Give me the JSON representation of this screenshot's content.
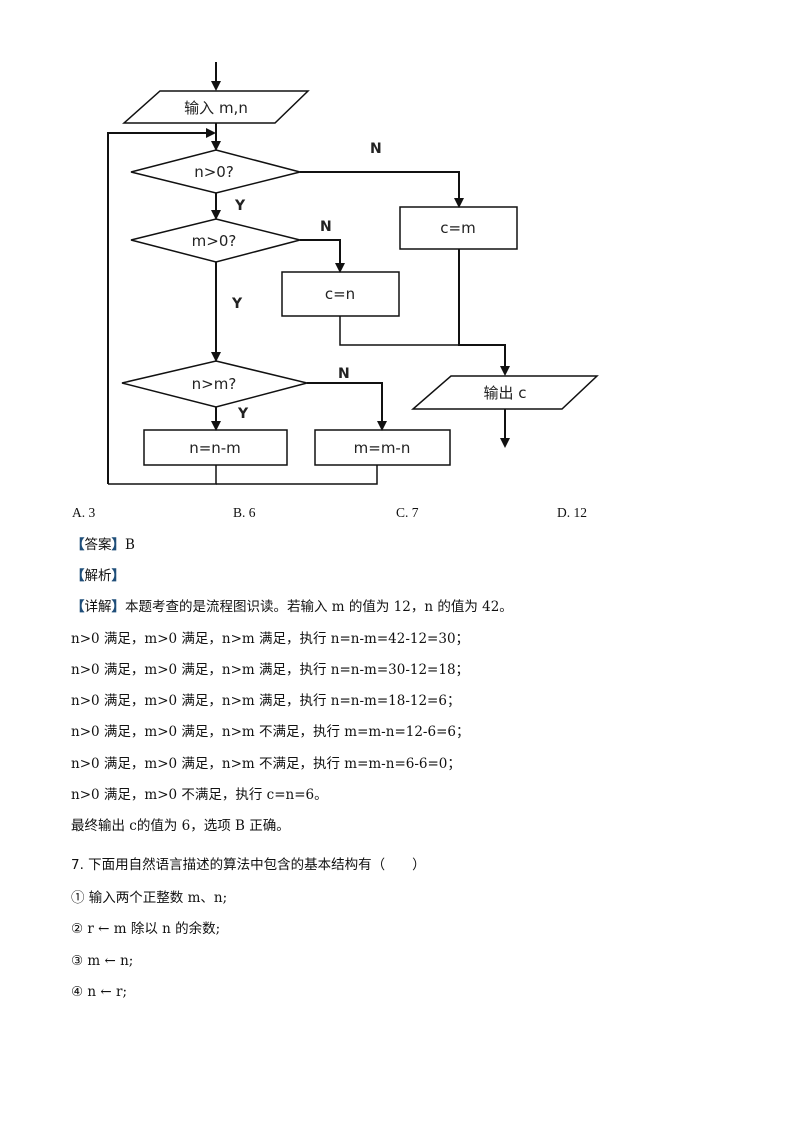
{
  "flowchart": {
    "input": "输入 m,n",
    "cond1": "n>0?",
    "cond2": "m>0?",
    "cond3": "n>m?",
    "box_cm": "c=m",
    "box_cn": "c=n",
    "box_nnm": "n=n-m",
    "box_mmn": "m=m-n",
    "output": "输出 c",
    "yes": "Y",
    "no": "N"
  },
  "options": [
    {
      "label": "A. 3"
    },
    {
      "label": "B. 6"
    },
    {
      "label": "C. 7"
    },
    {
      "label": "D. 12"
    }
  ],
  "answer": {
    "open": "【",
    "tag": "答案",
    "close": "】",
    "value": "B"
  },
  "analysis": {
    "open": "【",
    "tag": "解析",
    "close": "】"
  },
  "detail": {
    "open": "【",
    "tag": "详解",
    "close": "】",
    "intro": "本题考查的是流程图识读。若输入 m 的值为 12，n 的值为 42。",
    "steps": [
      "n>0 满足，m>0 满足，n>m 满足，执行 n=n-m=42-12=30；",
      "n>0 满足，m>0 满足，n>m 满足，执行 n=n-m=30-12=18；",
      "n>0 满足，m>0 满足，n>m 满足，执行 n=n-m=18-12=6；",
      "n>0 满足，m>0 满足，n>m 不满足，执行 m=m-n=12-6=6；",
      "n>0 满足，m>0 满足，n>m 不满足，执行 m=m-n=6-6=0；",
      "n>0 满足，m>0 不满足，执行 c=n=6。"
    ],
    "conclusion": "最终输出 c的值为 6，选项 B 正确。"
  },
  "question7": {
    "title": "7. 下面用自然语言描述的算法中包含的基本结构有（　　）",
    "items": [
      {
        "num": "①",
        "text": "输入两个正整数 m、n;"
      },
      {
        "num": "②",
        "text": "r ← m 除以 n 的余数;"
      },
      {
        "num": "③",
        "text": "m ← n;"
      },
      {
        "num": "④",
        "text": "n ← r;"
      }
    ]
  }
}
